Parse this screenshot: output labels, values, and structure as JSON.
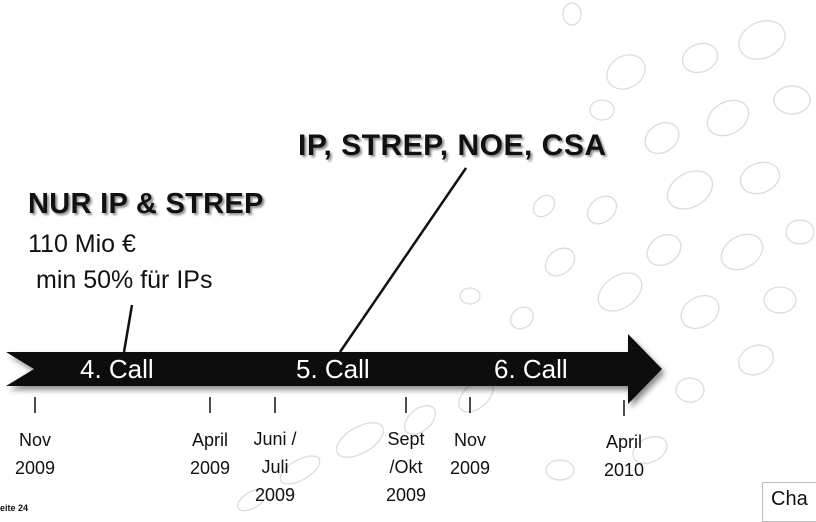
{
  "headings": {
    "right": "IP, STREP, NOE, CSA",
    "left": "NUR IP & STREP"
  },
  "info": {
    "budget": "110 Mio €",
    "share": "min 50% für IPs"
  },
  "timeline": {
    "calls": [
      {
        "label": "4. Call"
      },
      {
        "label": "5. Call"
      },
      {
        "label": "6. Call"
      }
    ],
    "ticks": [
      {
        "lines": [
          "Nov",
          "2009"
        ]
      },
      {
        "lines": [
          "April",
          "2009"
        ]
      },
      {
        "lines": [
          "Juni /",
          "Juli",
          "2009"
        ]
      },
      {
        "lines": [
          "Sept",
          "/Okt",
          "2009"
        ]
      },
      {
        "lines": [
          "Nov",
          "2009"
        ]
      },
      {
        "lines": [
          "April",
          "2010"
        ]
      }
    ]
  },
  "footer": {
    "page_number": "eite 24",
    "corner_text": "Cha"
  },
  "colors": {
    "arrow": "#0a0a0a",
    "decoration": "#dcdcdc",
    "text": "#111111"
  }
}
